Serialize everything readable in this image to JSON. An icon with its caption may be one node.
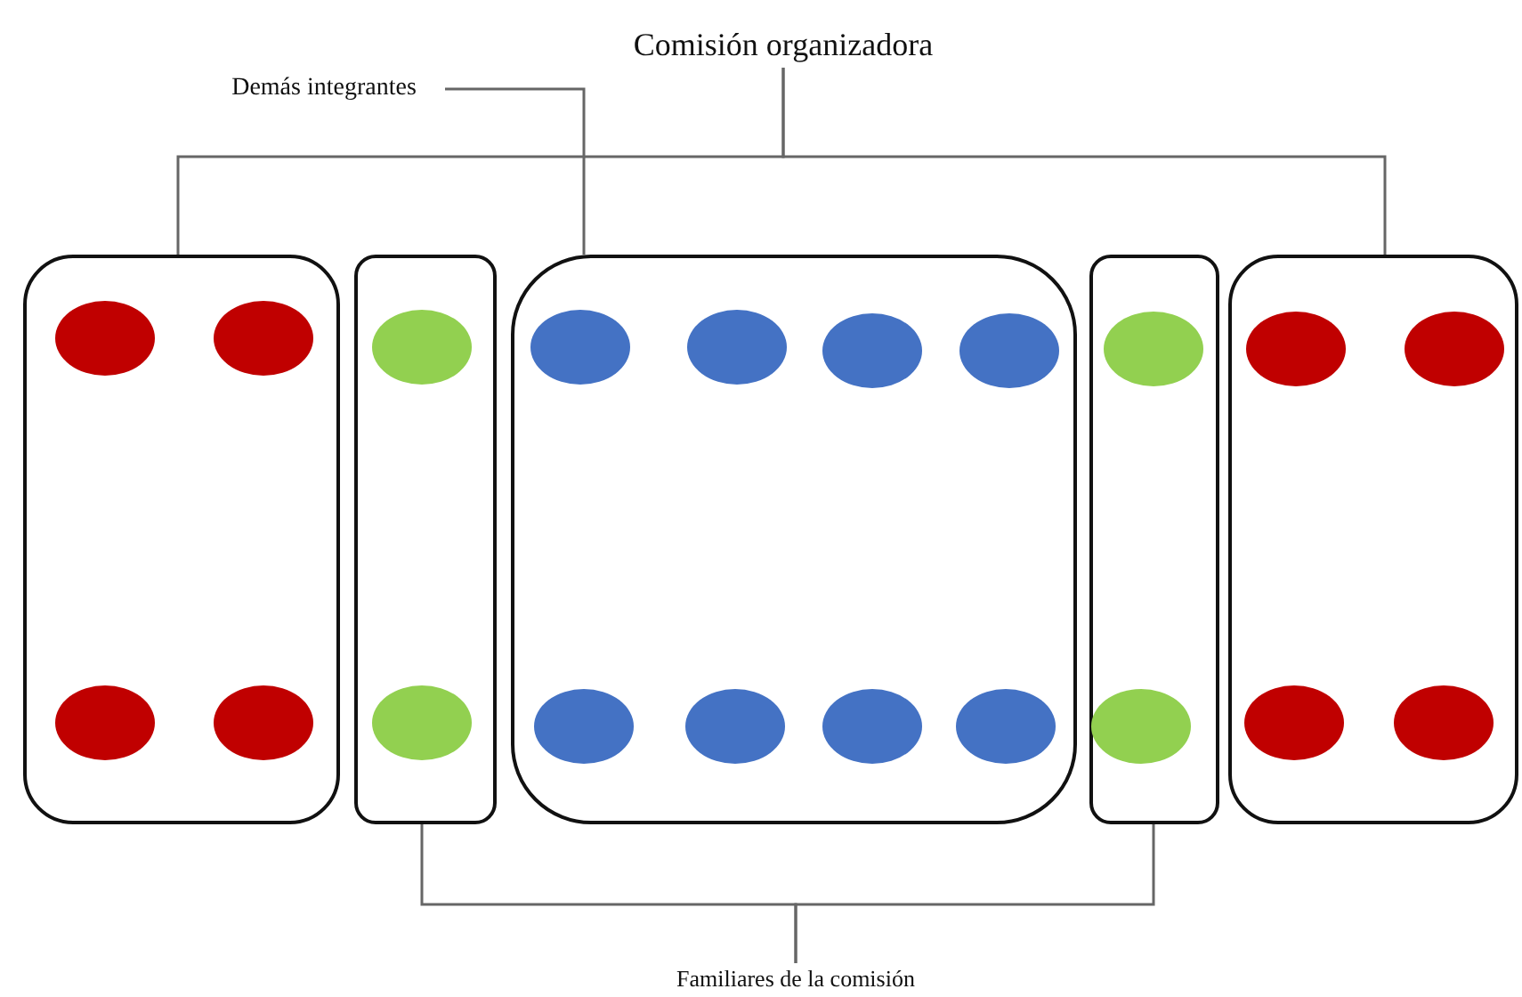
{
  "diagram": {
    "nodes": [
      {
        "text": [
          "Comisión organizadora"
        ]
      },
      {
        "text": [
          "Demás integrantes"
        ]
      },
      {
        "text": [
          "Familiares de la comisión"
        ]
      },
      {
        "text": [],
        "shape": "box"
      },
      {
        "text": [],
        "shape": "box"
      },
      {
        "text": [],
        "shape": "box"
      },
      {
        "text": [],
        "shape": "box"
      },
      {
        "text": [],
        "shape": "box"
      },
      {
        "text": [],
        "shape": "circle",
        "in": 3
      },
      {
        "text": [],
        "shape": "circle",
        "in": 3
      },
      {
        "text": [],
        "shape": "circle",
        "in": 3
      },
      {
        "text": [],
        "shape": "circle",
        "in": 3
      },
      {
        "text": [],
        "shape": "circle",
        "in": 4
      },
      {
        "text": [],
        "shape": "circle",
        "in": 4
      },
      {
        "text": [],
        "shape": "circle",
        "in": 5
      },
      {
        "text": [],
        "shape": "circle",
        "in": 5
      },
      {
        "text": [],
        "shape": "circle",
        "in": 5
      },
      {
        "text": [],
        "shape": "circle",
        "in": 5
      },
      {
        "text": [],
        "shape": "circle",
        "in": 5
      },
      {
        "text": [],
        "shape": "circle",
        "in": 5
      },
      {
        "text": [],
        "shape": "circle",
        "in": 5
      },
      {
        "text": [],
        "shape": "circle",
        "in": 5
      },
      {
        "text": [],
        "shape": "circle",
        "in": 6
      },
      {
        "text": [],
        "shape": "circle",
        "in": 6
      },
      {
        "text": [],
        "shape": "circle",
        "in": 7
      },
      {
        "text": [],
        "shape": "circle",
        "in": 7
      },
      {
        "text": [],
        "shape": "circle",
        "in": 7
      },
      {
        "text": [],
        "shape": "circle",
        "in": 7
      }
    ],
    "edges": [
      {
        "from": 0,
        "to": 3,
        "arrow": "none"
      },
      {
        "from": 0,
        "to": 7,
        "arrow": "none"
      },
      {
        "from": 1,
        "to": 5,
        "arrow": "none"
      },
      {
        "from": 2,
        "to": 4,
        "arrow": "none"
      },
      {
        "from": 2,
        "to": 6,
        "arrow": "none"
      }
    ]
  }
}
